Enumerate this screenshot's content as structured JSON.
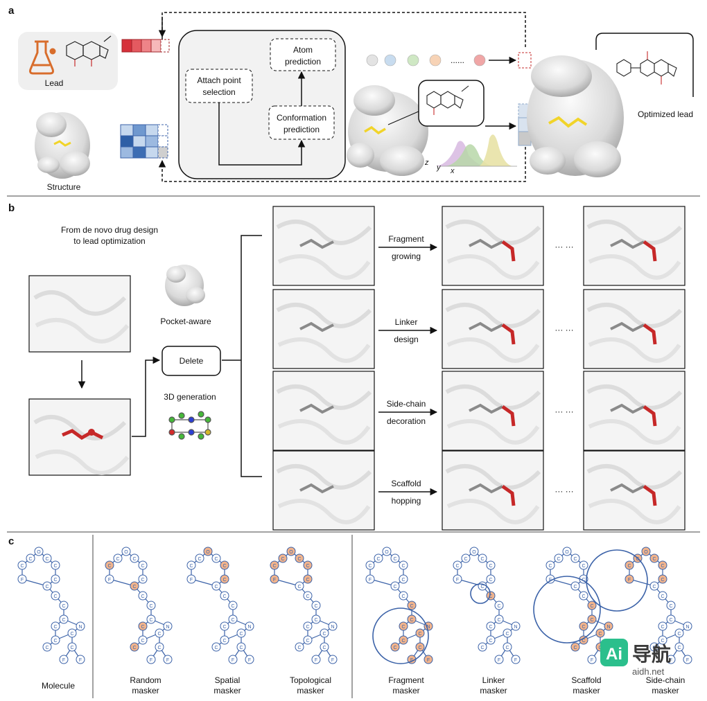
{
  "panel_a": {
    "tag": "a",
    "lead_label": "Lead",
    "structure_label": "Structure",
    "attach_point": [
      "Attach point",
      "selection"
    ],
    "atom_prediction": [
      "Atom",
      "prediction"
    ],
    "conformation_prediction": [
      "Conformation",
      "prediction"
    ],
    "dots_label": "......",
    "axis_z": "z",
    "axis_y": "y",
    "axis_x": "x",
    "optimized_label": "Optimized lead",
    "atom_colors": [
      "#e3e3e3",
      "#c8dcef",
      "#cfe8c4",
      "#f7d3b6",
      "#f0a6a6"
    ]
  },
  "panel_b": {
    "tag": "b",
    "intro": [
      "From de novo drug design",
      "to lead optimization"
    ],
    "pocket_label": "Pocket-aware",
    "delete_label": "Delete",
    "gen3d_label": "3D generation",
    "ellipsis": "··· ···",
    "tasks": [
      {
        "line1": "Fragment",
        "line2": "growing"
      },
      {
        "line1": "Linker",
        "line2": "design"
      },
      {
        "line1": "Side-chain",
        "line2": "decoration"
      },
      {
        "line1": "Scaffold",
        "line2": "hopping"
      }
    ]
  },
  "panel_c": {
    "tag": "c",
    "maskers": [
      {
        "line1": "Molecule",
        "line2": ""
      },
      {
        "line1": "Random",
        "line2": "masker"
      },
      {
        "line1": "Spatial",
        "line2": "masker"
      },
      {
        "line1": "Topological",
        "line2": "masker"
      },
      {
        "line1": "Fragment",
        "line2": "masker"
      },
      {
        "line1": "Linker",
        "line2": "masker"
      },
      {
        "line1": "Scaffold",
        "line2": "masker"
      },
      {
        "line1": "Side-chain",
        "line2": "masker"
      }
    ],
    "atoms": [
      "C",
      "O",
      "C",
      "C",
      "C",
      "F",
      "C",
      "C",
      "C",
      "C",
      "C",
      "C",
      "C",
      "N",
      "C",
      "C",
      "C",
      "F",
      "F"
    ]
  },
  "watermark": {
    "brand": "导航",
    "url": "aidh.net",
    "logo": "Ai"
  },
  "colors": {
    "red": "#c62828",
    "blue": "#3b62a8",
    "orange": "#f2b48c",
    "ligand": "#f1d42a"
  }
}
